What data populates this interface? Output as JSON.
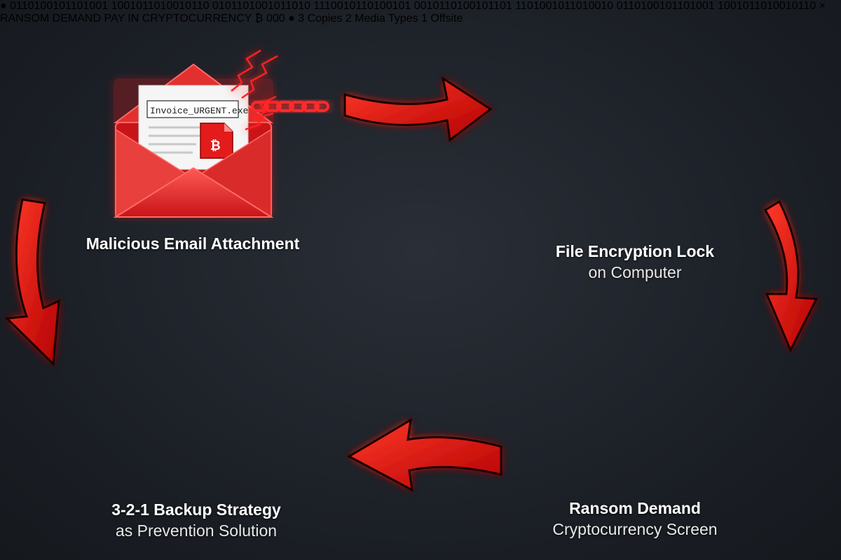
{
  "steps": {
    "email": {
      "title": "Malicious Email Attachment",
      "filename": "Invoice_URGENT.exe",
      "attachment_symbol": "₿"
    },
    "encryption": {
      "title": "File Encryption Lock",
      "subtitle": "on Computer",
      "icon": "padlock-icon"
    },
    "ransom": {
      "title": "Ransom Demand",
      "subtitle": "Cryptocurrency Screen",
      "screen_heading": "RANSOM DEMAND",
      "screen_subheading": "PAY IN CRYPTOCURRENCY",
      "bitcoin_symbol": "₿",
      "counter": "000",
      "window_close": "×"
    },
    "backup": {
      "title": "3-2-1 Backup Strategy",
      "subtitle": "as Prevention Solution",
      "labels": [
        "3 Copies",
        "2 Media Types",
        "1 Offsite"
      ]
    }
  },
  "colors": {
    "accent_red": "#e01010",
    "shield_blue": "#1f6fd6",
    "background": "#1c2027"
  }
}
